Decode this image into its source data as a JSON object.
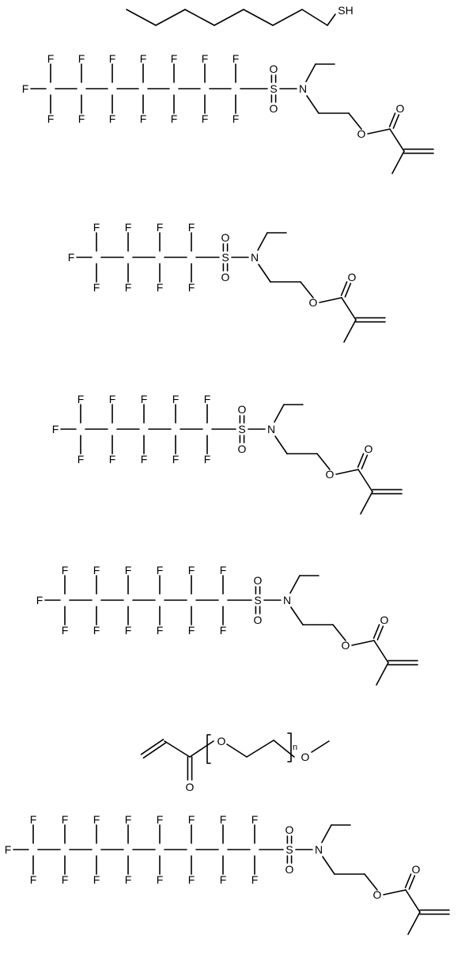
{
  "atoms": {
    "F": "F",
    "S": "S",
    "O": "O",
    "N": "N",
    "SH": "SH",
    "n": "n"
  }
}
